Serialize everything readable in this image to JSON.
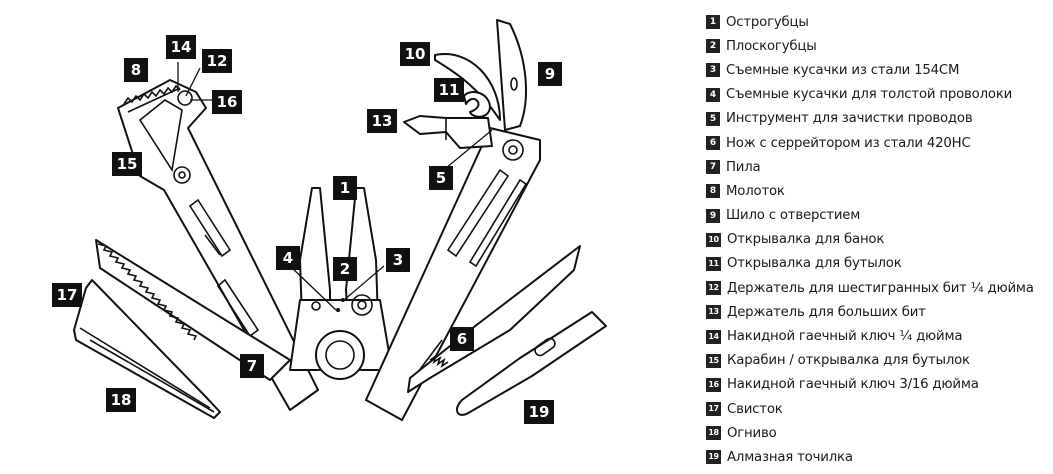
{
  "diagram": {
    "subject": "multitool",
    "callouts": [
      "1",
      "2",
      "3",
      "4",
      "5",
      "6",
      "7",
      "8",
      "9",
      "10",
      "11",
      "12",
      "13",
      "14",
      "15",
      "16",
      "17",
      "18",
      "19"
    ]
  },
  "legend": {
    "items": [
      {
        "num": "1",
        "label": "Острогубцы"
      },
      {
        "num": "2",
        "label": "Плоскогубцы"
      },
      {
        "num": "3",
        "label": "Съемные кусачки из стали 154CM"
      },
      {
        "num": "4",
        "label": "Съемные кусачки для толстой проволоки"
      },
      {
        "num": "5",
        "label": "Инструмент для зачистки проводов"
      },
      {
        "num": "6",
        "label": "Нож с серрейтором из стали 420HC"
      },
      {
        "num": "7",
        "label": "Пила"
      },
      {
        "num": "8",
        "label": "Молоток"
      },
      {
        "num": "9",
        "label": "Шило с отверстием"
      },
      {
        "num": "10",
        "label": "Открывалка для банок"
      },
      {
        "num": "11",
        "label": "Открывалка для бутылок"
      },
      {
        "num": "12",
        "label": "Держатель для шестигранных бит ¼ дюйма"
      },
      {
        "num": "13",
        "label": "Держатель для больших бит"
      },
      {
        "num": "14",
        "label": "Накидной гаечный ключ ¼ дюйма"
      },
      {
        "num": "15",
        "label": "Карабин / открывалка для бутылок"
      },
      {
        "num": "16",
        "label": "Накидной гаечный ключ 3/16 дюйма"
      },
      {
        "num": "17",
        "label": "Свисток"
      },
      {
        "num": "18",
        "label": "Огниво"
      },
      {
        "num": "19",
        "label": "Алмазная точилка"
      }
    ]
  }
}
